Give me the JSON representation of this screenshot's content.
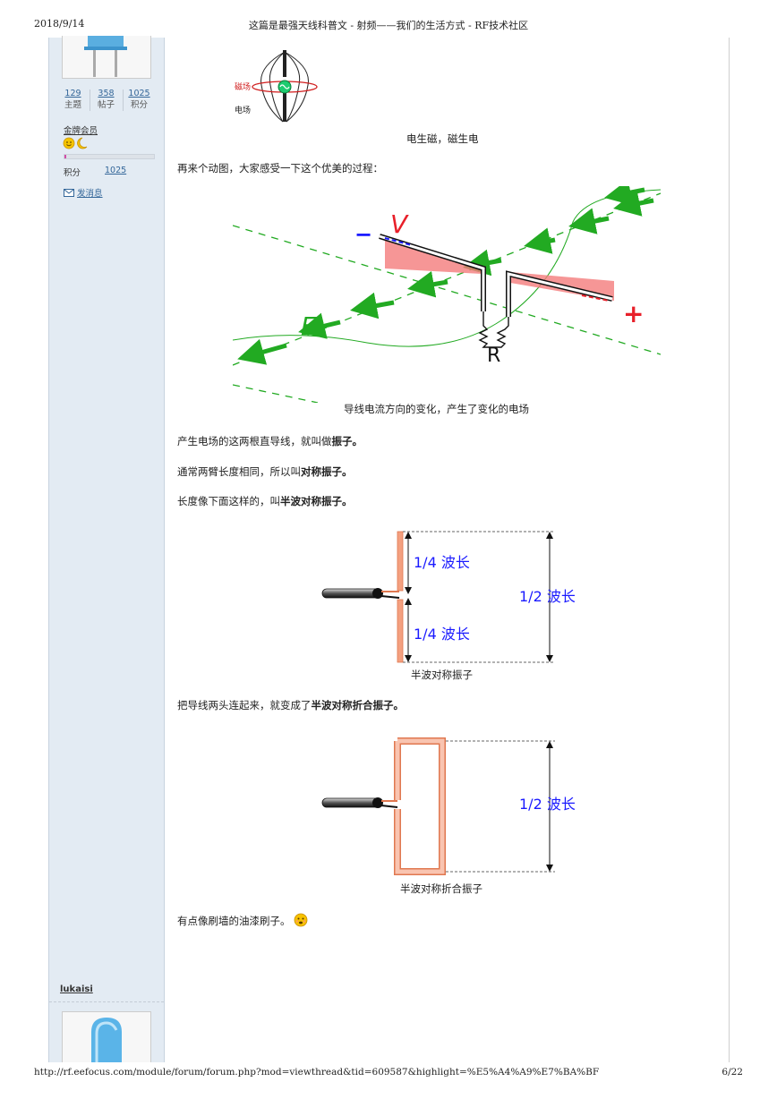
{
  "print_header": {
    "date": "2018/9/14",
    "title": "这篇是最强天线科普文 - 射频——我们的生活方式 - RF技术社区"
  },
  "print_footer": {
    "url": "http://rf.eefocus.com/module/forum/forum.php?mod=viewthread&tid=609587&highlight=%E5%A4%A9%E7%BA%BF",
    "page": "6/22"
  },
  "sidebar": {
    "stats": [
      {
        "value": "129",
        "label": "主题"
      },
      {
        "value": "358",
        "label": "帖子"
      },
      {
        "value": "1025",
        "label": "积分"
      }
    ],
    "rank": "金牌会员",
    "progress": 0.02,
    "score_label": "积分",
    "score_value": "1025",
    "send_message": "发消息",
    "next_user": "lukaisi"
  },
  "figure1": {
    "label_magnetic": "磁场",
    "label_electric": "电场",
    "caption": "电生磁，磁生电"
  },
  "para_animation": "再来个动图，大家感受一下这个优美的过程：",
  "figure2": {
    "label_v": "V",
    "label_e": "E",
    "label_r": "R",
    "label_minus": "−",
    "label_plus": "+",
    "caption": "导线电流方向的变化，产生了变化的电场"
  },
  "para1": {
    "text": "产生电场的这两根直导线，就叫做",
    "bold": "振子。"
  },
  "para2": {
    "text": "通常两臂长度相同，所以叫",
    "bold": "对称振子。"
  },
  "para3": {
    "text": "长度像下面这样的，叫",
    "bold": "半波对称振子。"
  },
  "figure3": {
    "quarter_top": "1/4 波长",
    "quarter_bottom": "1/4 波长",
    "half": "1/2 波长",
    "caption": "半波对称振子"
  },
  "para4": {
    "text": "把导线两头连起来，就变成了",
    "bold": "半波对称折合振子。"
  },
  "figure4": {
    "half": "1/2 波长",
    "caption": "半波对称折合振子"
  },
  "para5": {
    "text": "有点像刷墙的油漆刷子。"
  },
  "colors": {
    "sidebar_bg": "#e3ebf3",
    "link": "#336699",
    "wave_green": "#22aa22",
    "dipole_orange": "#f4a080",
    "dimension_blue": "#1a1aff",
    "charge_red": "#e8202a"
  }
}
